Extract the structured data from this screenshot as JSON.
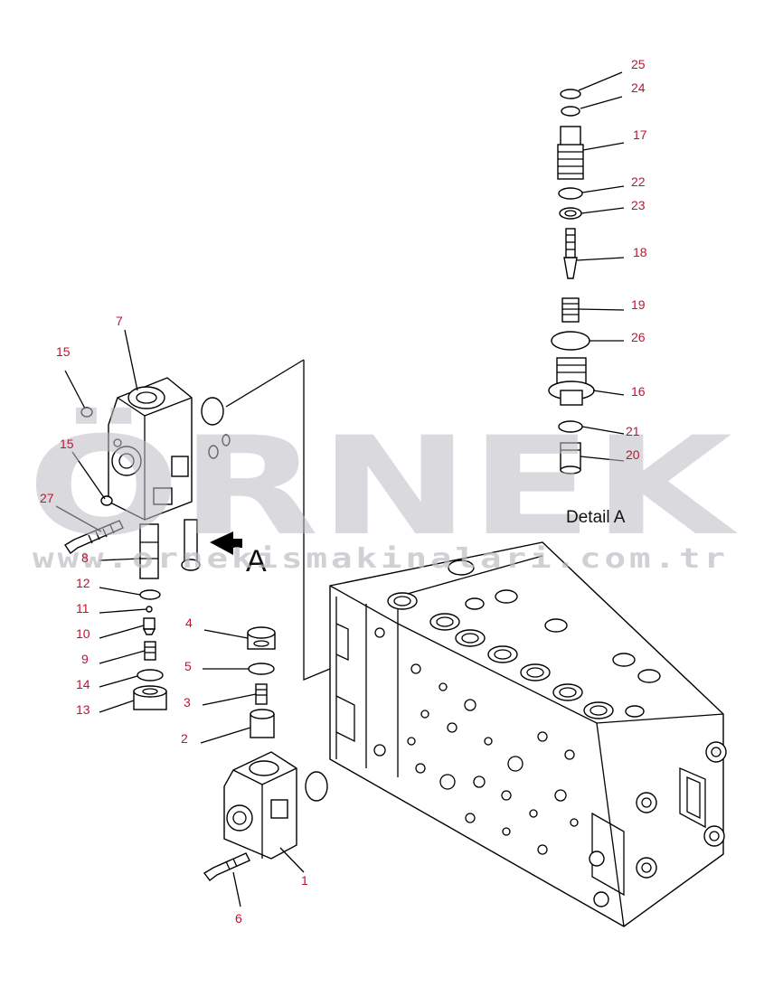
{
  "diagram": {
    "detail_caption": "Detail A",
    "view_marker": "A",
    "watermark": {
      "brand": "ÖRNEK",
      "url": "www.ornekismakinalari.com.tr"
    },
    "callouts": [
      {
        "id": "c25",
        "text": "25"
      },
      {
        "id": "c24",
        "text": "24"
      },
      {
        "id": "c17",
        "text": "17"
      },
      {
        "id": "c22",
        "text": "22"
      },
      {
        "id": "c23",
        "text": "23"
      },
      {
        "id": "c18",
        "text": "18"
      },
      {
        "id": "c19",
        "text": "19"
      },
      {
        "id": "c26",
        "text": "26"
      },
      {
        "id": "c16",
        "text": "16"
      },
      {
        "id": "c21",
        "text": "21"
      },
      {
        "id": "c20",
        "text": "20"
      },
      {
        "id": "c7",
        "text": "7"
      },
      {
        "id": "c15a",
        "text": "15"
      },
      {
        "id": "c15b",
        "text": "15"
      },
      {
        "id": "c27",
        "text": "27"
      },
      {
        "id": "c8",
        "text": "8"
      },
      {
        "id": "c12",
        "text": "12"
      },
      {
        "id": "c11",
        "text": "11"
      },
      {
        "id": "c10",
        "text": "10"
      },
      {
        "id": "c9",
        "text": "9"
      },
      {
        "id": "c14",
        "text": "14"
      },
      {
        "id": "c13",
        "text": "13"
      },
      {
        "id": "c4",
        "text": "4"
      },
      {
        "id": "c5",
        "text": "5"
      },
      {
        "id": "c3",
        "text": "3"
      },
      {
        "id": "c2",
        "text": "2"
      },
      {
        "id": "c1",
        "text": "1"
      },
      {
        "id": "c6",
        "text": "6"
      }
    ]
  }
}
